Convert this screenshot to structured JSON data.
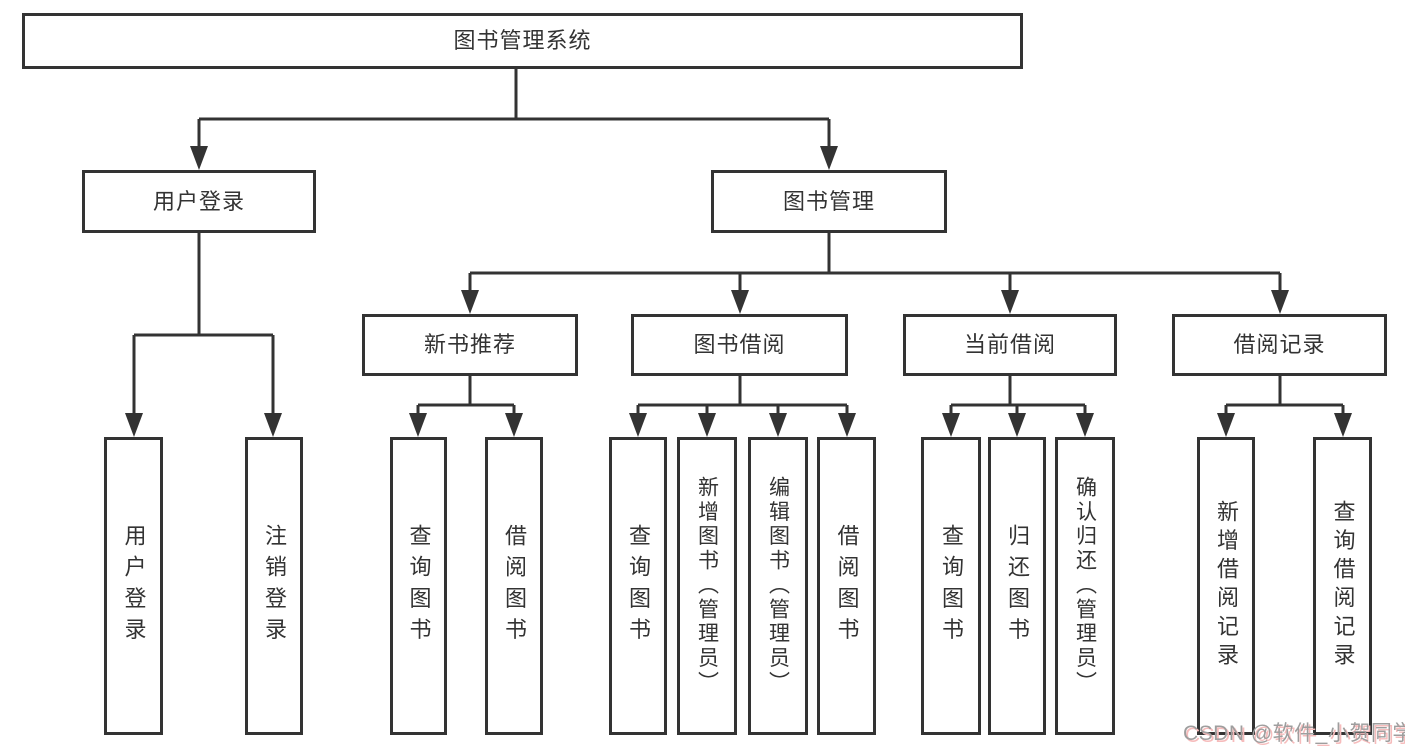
{
  "diagram": {
    "root": {
      "label": "图书管理系统"
    },
    "branches": [
      {
        "label": "用户登录",
        "children": [
          {
            "label": "用户登录"
          },
          {
            "label": "注销登录"
          }
        ]
      },
      {
        "label": "图书管理",
        "children": [
          {
            "label": "新书推荐",
            "children": [
              {
                "label": "查询图书"
              },
              {
                "label": "借阅图书"
              }
            ]
          },
          {
            "label": "图书借阅",
            "children": [
              {
                "label": "查询图书"
              },
              {
                "label": "新增图书（管理员）"
              },
              {
                "label": "编辑图书（管理员）"
              },
              {
                "label": "借阅图书"
              }
            ]
          },
          {
            "label": "当前借阅",
            "children": [
              {
                "label": "查询图书"
              },
              {
                "label": "归还图书"
              },
              {
                "label": "确认归还（管理员）"
              }
            ]
          },
          {
            "label": "借阅记录",
            "children": [
              {
                "label": "新增借阅记录"
              },
              {
                "label": "查询借阅记录"
              }
            ]
          }
        ]
      }
    ]
  },
  "watermark": {
    "text": "CSDN @软件_小贺同学"
  },
  "colors": {
    "background": "#ffffff",
    "line": "#333333",
    "box_border": "#333333",
    "text": "#333333",
    "watermark_text": "#9e9e9e",
    "watermark_shadow": "#f6bcbc"
  }
}
